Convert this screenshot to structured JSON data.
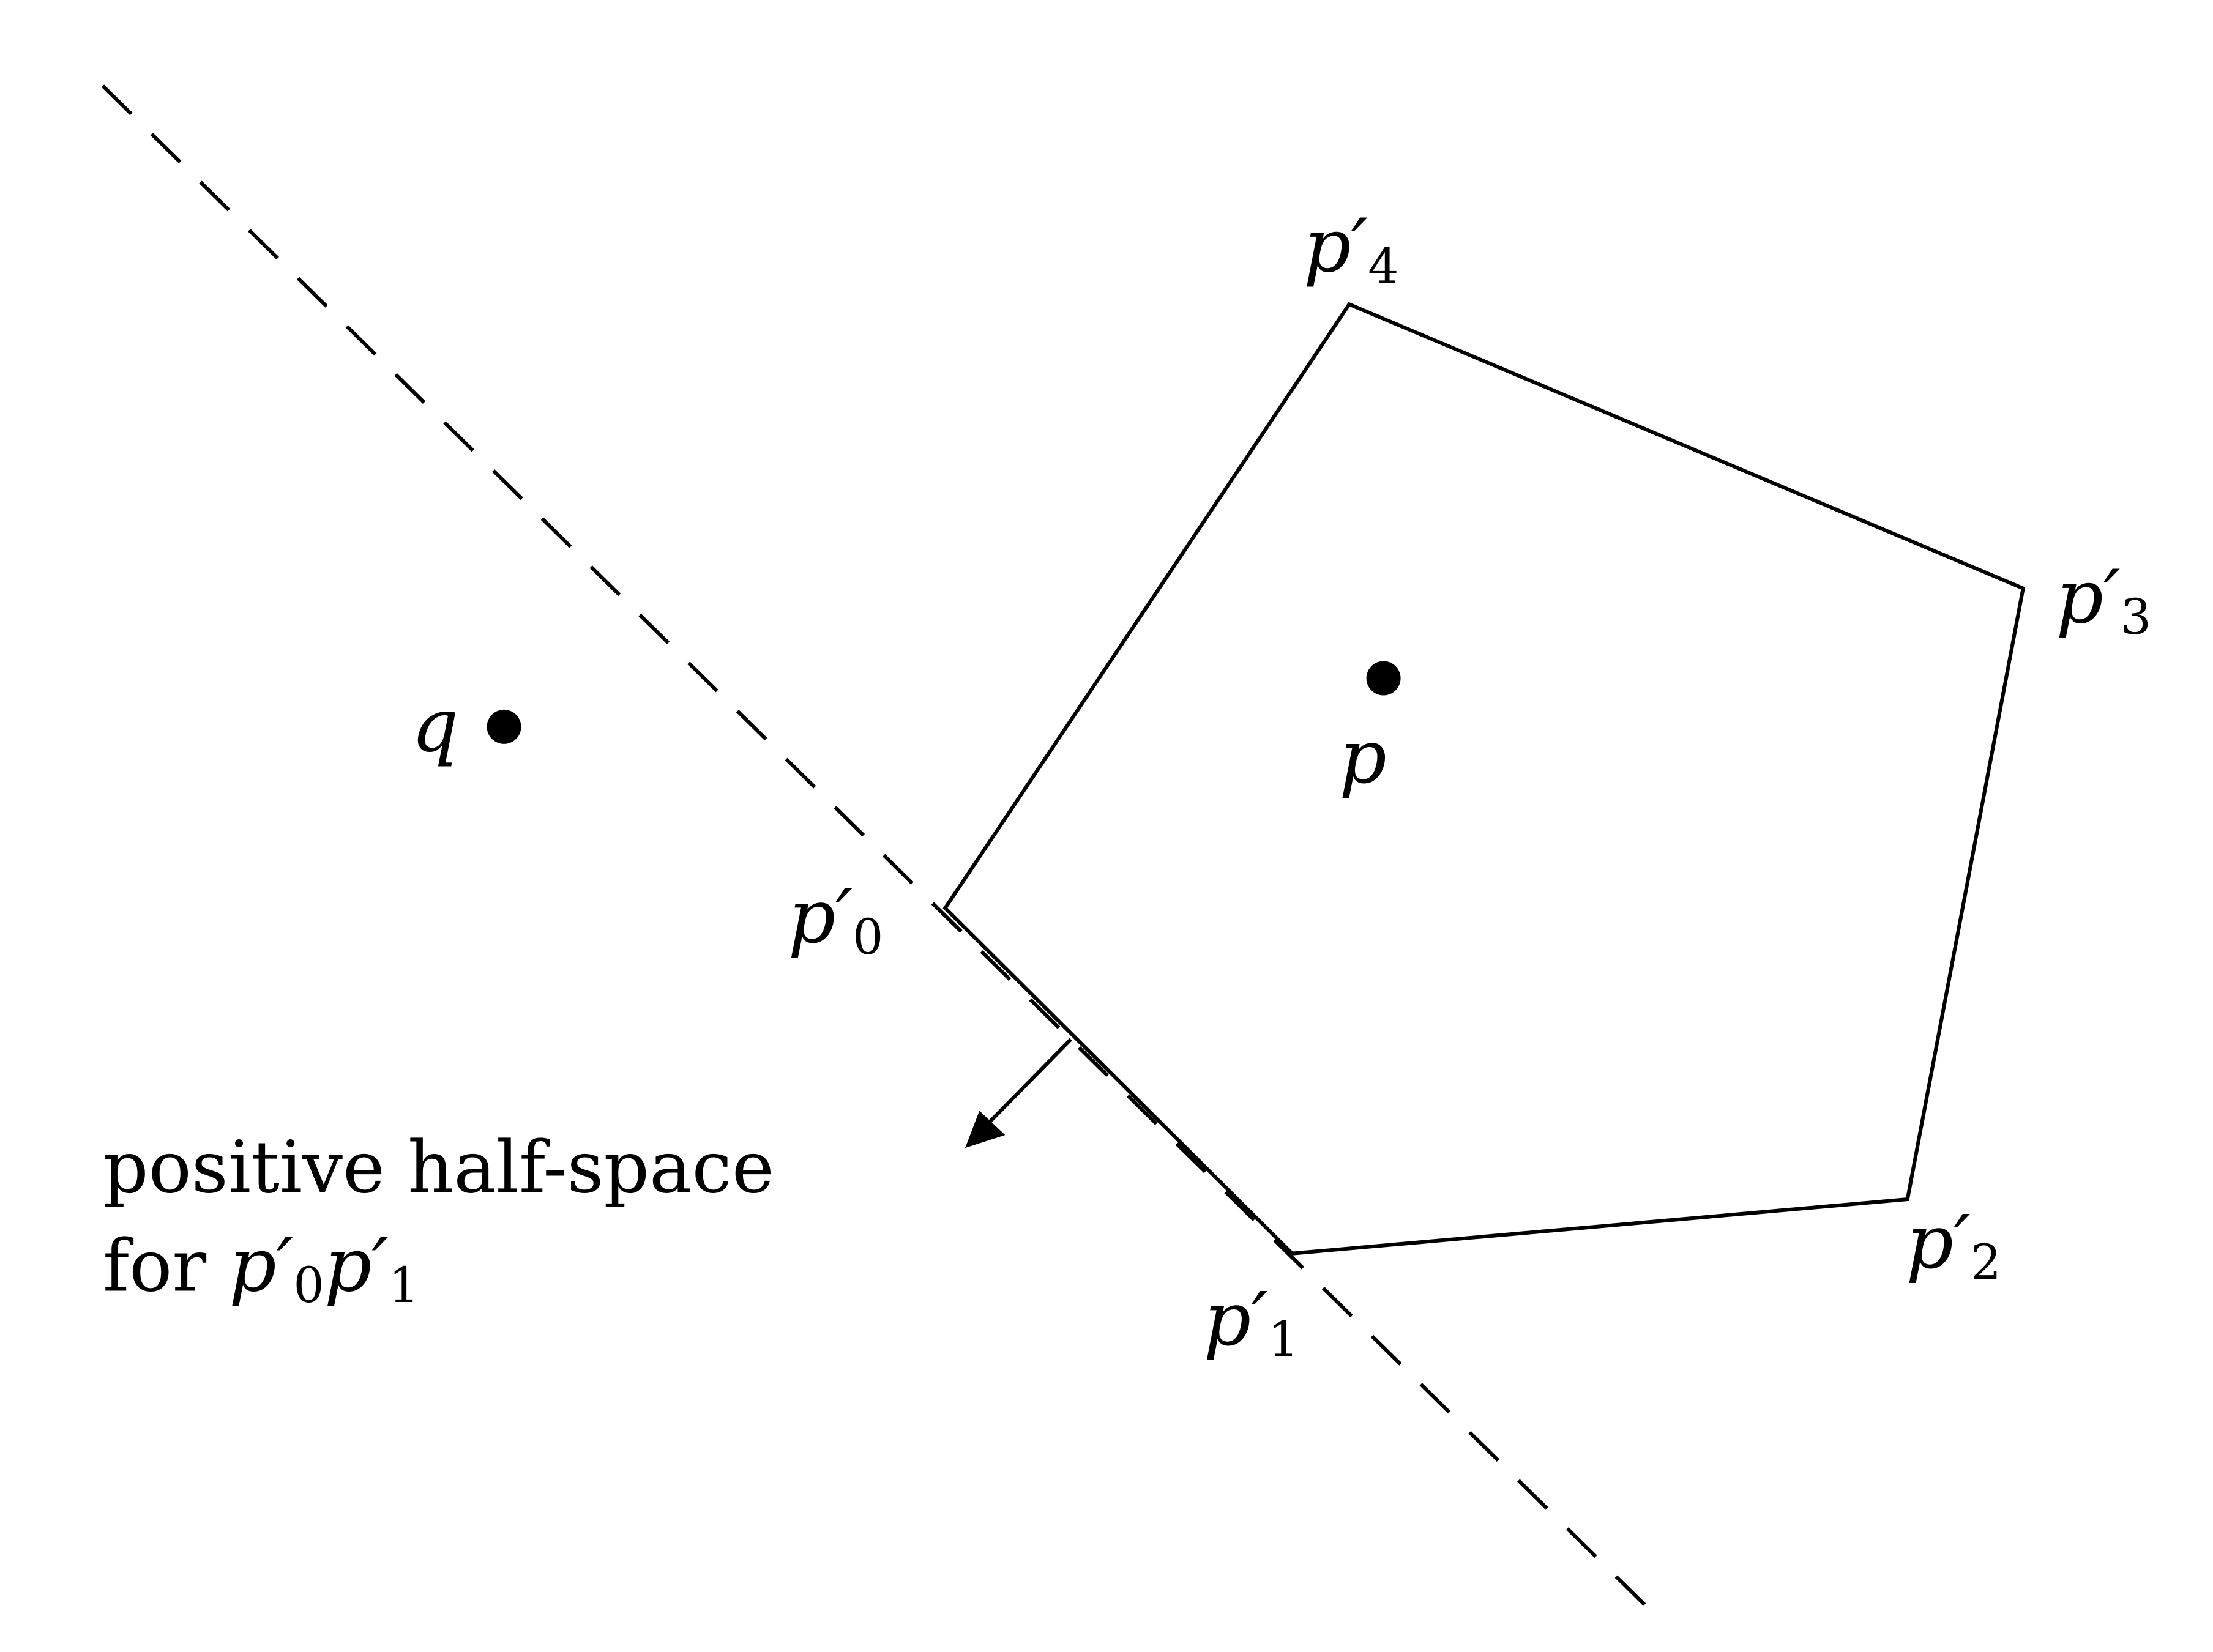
{
  "diagram": {
    "colors": {
      "stroke": "#000000",
      "background": "#ffffff"
    },
    "points": {
      "q": {
        "label": "q"
      },
      "p": {
        "label": "p"
      }
    },
    "vertices": [
      {
        "base": "p",
        "prime": "′",
        "sub": "0"
      },
      {
        "base": "p",
        "prime": "′",
        "sub": "1"
      },
      {
        "base": "p",
        "prime": "′",
        "sub": "2"
      },
      {
        "base": "p",
        "prime": "′",
        "sub": "3"
      },
      {
        "base": "p",
        "prime": "′",
        "sub": "4"
      }
    ],
    "caption": {
      "line1": "positive half-space",
      "line2_prefix": "for ",
      "edge": [
        {
          "base": "p",
          "prime": "′",
          "sub": "0"
        },
        {
          "base": "p",
          "prime": "′",
          "sub": "1"
        }
      ]
    }
  }
}
